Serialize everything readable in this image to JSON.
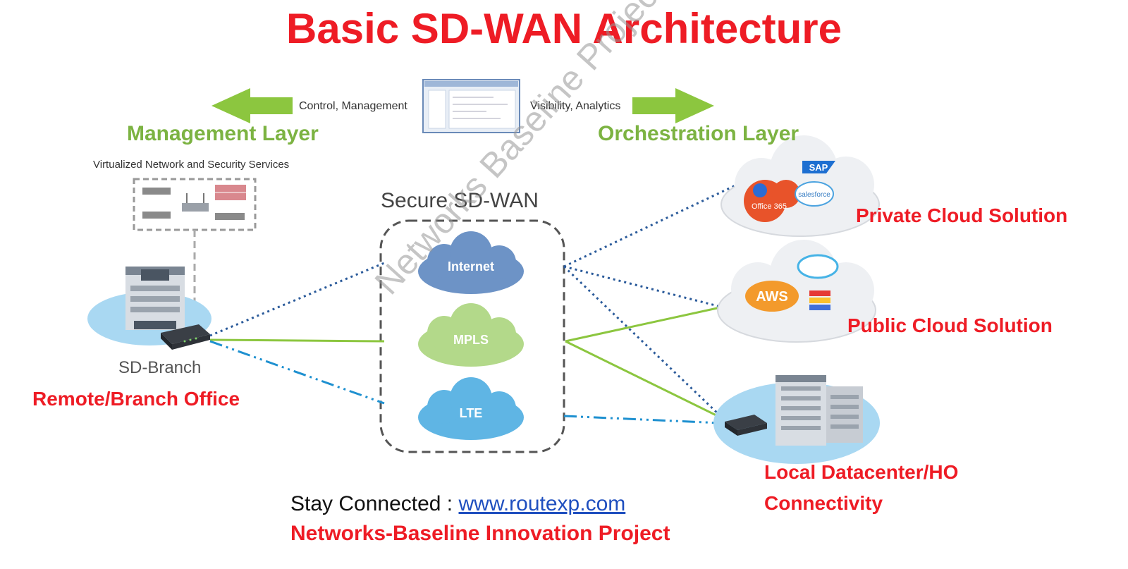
{
  "title": "Basic SD-WAN Architecture",
  "top": {
    "left_arrow_label": "Control, Management",
    "right_arrow_label": "Visibility, Analytics",
    "management_layer": "Management Layer",
    "orchestration_layer": "Orchestration Layer"
  },
  "services_label": "Virtualized Network and Security Services",
  "sdwan": {
    "title": "Secure SD-WAN",
    "clouds": [
      "Internet",
      "MPLS",
      "LTE"
    ]
  },
  "branch": {
    "device_label": "SD-Branch",
    "office_label": "Remote/Branch Office"
  },
  "right": {
    "private_cloud": "Private Cloud Solution",
    "private_logos": [
      "SAP",
      "Office 365",
      "salesforce"
    ],
    "public_cloud": "Public Cloud Solution",
    "public_logos": [
      "AWS"
    ],
    "datacenter_line1": "Local Datacenter/HO",
    "datacenter_line2": "Connectivity"
  },
  "footer": {
    "stay_connected": "Stay Connected :",
    "url": "www.routexp.com",
    "project": "Networks-Baseline Innovation Project"
  },
  "watermark": "Networks Baseline Project",
  "colors": {
    "title_red": "#ee1c25",
    "layer_green": "#7cb342",
    "link_green": "#8cc63f",
    "dotted_blue": "#2a5a9a",
    "dashdot_blue": "#1e90d0"
  }
}
